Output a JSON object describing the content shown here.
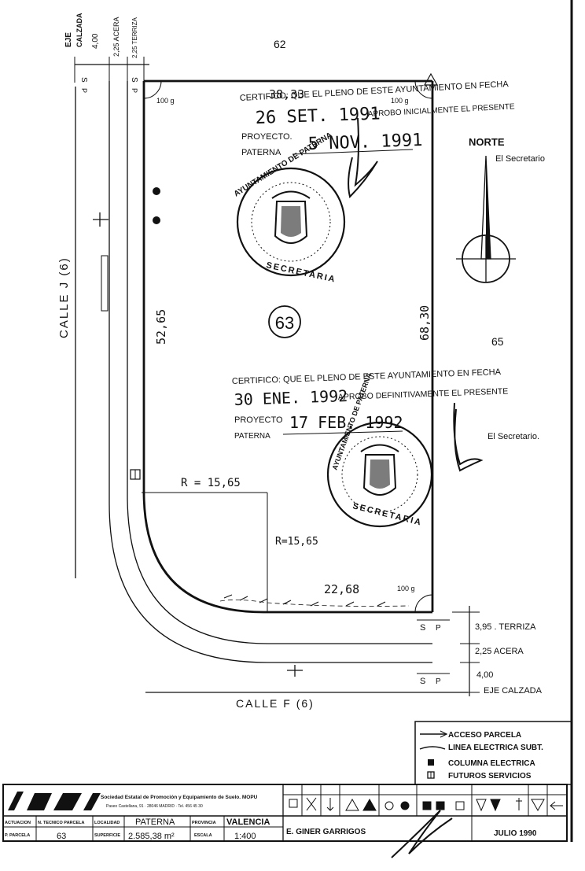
{
  "colors": {
    "ink": "#111111",
    "paper": "#ffffff"
  },
  "plot": {
    "number": "63",
    "neighbor_north": "62",
    "neighbor_east": "65",
    "area_label": "2.585,38 m²"
  },
  "dimensions": {
    "top_edge": "38,33",
    "west_edge": "52,65",
    "east_edge": "68,30",
    "south_edge": "22,68",
    "radius_outer": "R = 15,65",
    "radius_inner": "R=15,65",
    "angle_nw": "100 g",
    "angle_ne": "100 g",
    "angle_se": "100 g"
  },
  "street_west": {
    "name": "CALLE  J  (6)",
    "header_eje": "EJE",
    "header_calzada": "CALZADA",
    "calzada_width": "4,00",
    "acera": "2,25 ACERA",
    "terriza": "2,25 TERRIZA",
    "s_label": "S",
    "p_label": "P"
  },
  "street_south": {
    "name": "CALLE  F   (6)",
    "terriza": "3,95 . TERRIZA",
    "acera": "2,25    ACERA",
    "calzada_width": "4,00",
    "eje": "EJE   CALZADA",
    "s_label": "S",
    "p_label": "P"
  },
  "north": {
    "label": "NORTE",
    "secretary": "El Secretario"
  },
  "certificate_1": {
    "line1": "CERTIFICO: QUE EL PLENO DE ESTE AYUNTAMIENTO EN FECHA",
    "date_initial": "26 SET. 1991",
    "approval": "APROBO INICIALMENTE EL PRESENTE",
    "proyecto": "PROYECTO.",
    "paterna": "PATERNA",
    "date_sign": "5 NOV. 1991",
    "seal_text": "AYUNTAMIENTO DE PATERNA",
    "seal_bottom": "SECRETARIA"
  },
  "certificate_2": {
    "line1": "CERTIFICO: QUE EL PLENO DE ESTE AYUNTAMIENTO EN FECHA",
    "date_final": "30 ENE. 1992",
    "approval": "APROBO DEFINITIVAMENTE EL PRESENTE",
    "proyecto": "PROYECTO",
    "paterna": "PATERNA",
    "date_sign": "17 FEB. 1992",
    "secretary": "El Secretario.",
    "seal_text": "AYUNTAMIENTO DE PATERNA",
    "seal_bottom": "SECRETARIA"
  },
  "legend": {
    "items": [
      "ACCESO PARCELA",
      "LINEA ELECTRICA SUBT.",
      "COLUMNA ELECTRICA",
      "FUTUROS SERVICIOS"
    ]
  },
  "title_block": {
    "company": "Sociedad Estatal de Promoción y Equipamiento de Suelo. MOPU",
    "address": "Paseo Castellana, 91 · 28046 MADRID · Tel. 456 45 30",
    "localidad_label": "LOCALIDAD",
    "localidad": "PATERNA",
    "provincia_label": "PROVINCIA",
    "provincia": "VALENCIA",
    "parcela_label": "P. PARCELA",
    "parcela_hdr": "N. TECNICO PARCELA",
    "parcela": "63",
    "superficie_label": "SUPERFICIE",
    "superficie": "2.585,38 m²",
    "escala_label": "ESCALA",
    "escala": "1:400",
    "autor": "E. GINER GARRIGOS",
    "fecha": "JULIO 1990",
    "actuacion_label": "ACTUACION"
  }
}
